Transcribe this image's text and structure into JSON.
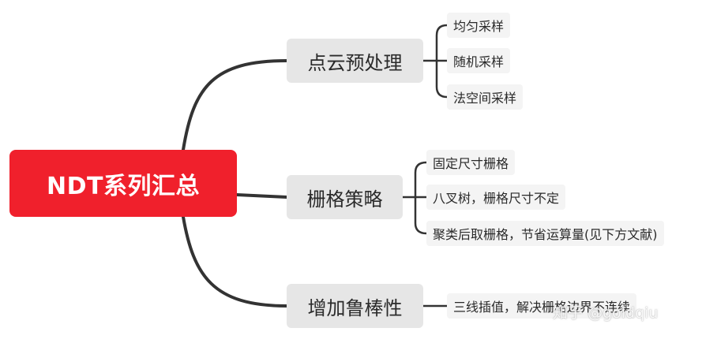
{
  "root": {
    "label": "NDT系列汇总",
    "color": "#f0202c"
  },
  "branches": [
    {
      "label": "点云预处理",
      "leaves": [
        "均匀采样",
        "随机采样",
        "法空间采样"
      ]
    },
    {
      "label": "栅格策略",
      "leaves": [
        "固定尺寸栅格",
        "八叉树，栅格尺寸不定",
        "聚类后取栅格，节省运算量(见下方文献)"
      ]
    },
    {
      "label": "增加鲁棒性",
      "leaves": [
        "三线插值，解决栅格边界不连续"
      ]
    }
  ],
  "watermark": "知乎 @goldqiu",
  "connector_color": "#333333"
}
